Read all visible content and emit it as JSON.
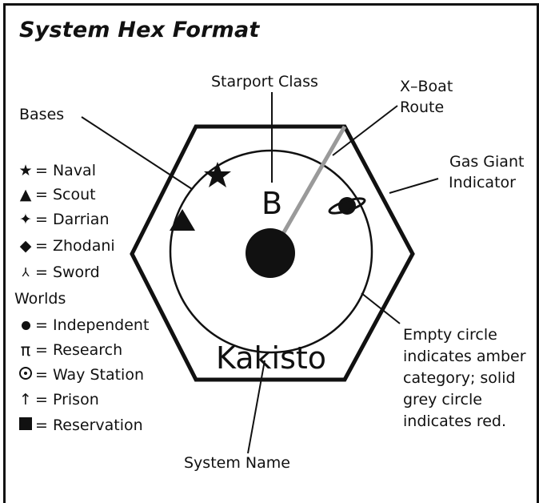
{
  "title": "System Hex Format",
  "labels": {
    "starport_class": "Starport Class",
    "xboat_route_line1": "X–Boat",
    "xboat_route_line2": "Route",
    "bases": "Bases",
    "gas_giant_line1": "Gas Giant",
    "gas_giant_line2": "Indicator",
    "system_name": "System Name",
    "zone_note": [
      "Empty circle",
      "indicates amber",
      "category; solid",
      "grey circle",
      "indicates red."
    ]
  },
  "hex": {
    "starport": "B",
    "world_name": "Kakisto"
  },
  "bases_legend": [
    {
      "icon": "star-icon",
      "glyph": "★",
      "label": "= Naval"
    },
    {
      "icon": "triangle-icon",
      "glyph": "▲",
      "label": "= Scout"
    },
    {
      "icon": "four-point-star-icon",
      "glyph": "✦",
      "label": "= Darrian"
    },
    {
      "icon": "diamond-icon",
      "glyph": "◆",
      "label": "= Zhodani"
    },
    {
      "icon": "sword-icon",
      "glyph": "⅄",
      "label": "= Sword"
    }
  ],
  "worlds_heading": "Worlds",
  "worlds_legend": [
    {
      "icon": "dot-icon",
      "label": "= Independent"
    },
    {
      "icon": "pi-icon",
      "glyph": "π",
      "label": "= Research"
    },
    {
      "icon": "circled-dot-icon",
      "label": "= Way Station"
    },
    {
      "icon": "up-arrow-icon",
      "glyph": "↑",
      "label": "= Prison"
    },
    {
      "icon": "square-icon",
      "label": "= Reservation"
    }
  ],
  "colors": {
    "ink": "#111111",
    "route_grey": "#9a9a9a",
    "background": "#ffffff"
  }
}
